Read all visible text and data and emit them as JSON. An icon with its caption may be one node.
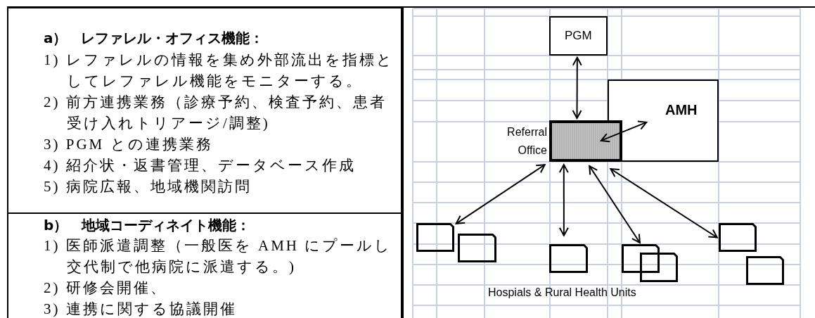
{
  "diagram": {
    "nodes": [
      {
        "text": [
          "a）　レファレル・オフィス機能：",
          "1) レファレルの情報を集め外部流出を指標としてレファレル機能をモニターする。",
          "2) 前方連携業務（診療予約、検査予約、患者受け入れトリアージ/調整)",
          "3) PGM との連携業務",
          "4) 紹介状・返書管理、データベース作成",
          "5) 病院広報、地域機関訪問"
        ]
      },
      {
        "text": [
          "b）　地域コーディネイト機能：",
          "1) 医師派遣調整（一般医を AMH にプールし交代制で他病院に派遣する。)",
          "2) 研修会開催、",
          "3) 連携に関する協議開催"
        ]
      },
      {
        "text": [
          "PGM"
        ]
      },
      {
        "text": [
          "AMH"
        ]
      },
      {
        "text": [],
        "shape": "box",
        "beside": [
          "Referral Office"
        ]
      },
      {
        "text": [],
        "shape": "box"
      },
      {
        "text": [],
        "shape": "box"
      },
      {
        "text": [],
        "shape": "box"
      },
      {
        "text": [],
        "shape": "box"
      },
      {
        "text": [],
        "shape": "box"
      },
      {
        "text": [],
        "shape": "box"
      },
      {
        "text": [],
        "shape": "box"
      }
    ],
    "edges": [
      {
        "from": 2,
        "to": 4,
        "arrow": "both"
      },
      {
        "from": 4,
        "to": 3,
        "arrow": "both"
      },
      {
        "from": 4,
        "to": 5,
        "arrow": "both"
      },
      {
        "from": 4,
        "to": 7,
        "arrow": "both"
      },
      {
        "from": 4,
        "to": 8,
        "arrow": "both"
      },
      {
        "from": 4,
        "to": 10,
        "arrow": "both"
      }
    ],
    "labels": [
      "Hospials & Rural Health Units"
    ]
  }
}
